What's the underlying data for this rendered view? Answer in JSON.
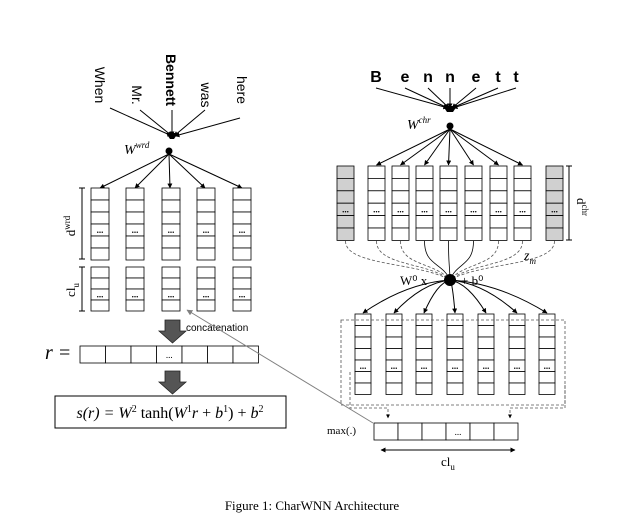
{
  "left": {
    "words": [
      "When",
      "Mr.",
      "Bennett",
      "was",
      "here"
    ],
    "bold_word_index": 2,
    "weight_label": {
      "base": "W",
      "sup": "wrd"
    },
    "dim_label_word": {
      "base": "d",
      "sup": "wrd"
    },
    "dim_label_cl": {
      "base": "cl",
      "sub": "u"
    },
    "cell_dots": "...",
    "concat_label": "concatenation",
    "r_label": "r =",
    "r_vector_dots": "...",
    "score_formula": "s(r) = W² tanh(W¹r + b¹) + b²"
  },
  "right": {
    "chars": [
      "B",
      "e",
      "n",
      "n",
      "e",
      "t",
      "t"
    ],
    "weight_label": {
      "base": "W",
      "sup": "chr"
    },
    "dim_label": {
      "base": "d",
      "sup": "chr"
    },
    "z_label": {
      "base": "z",
      "sub": "m"
    },
    "conv_left": "W⁰ x",
    "conv_right": "+ b⁰",
    "cell_dots": "...",
    "max_label": "max(.)",
    "out_vector_dots": "...",
    "out_dim_label": {
      "base": "cl",
      "sub": "u"
    }
  },
  "caption": "Figure 1: CharWNN Architecture",
  "colors": {
    "ink": "#000000",
    "pad": "#d0d0d0",
    "link": "#808080",
    "dash": "#555555"
  }
}
